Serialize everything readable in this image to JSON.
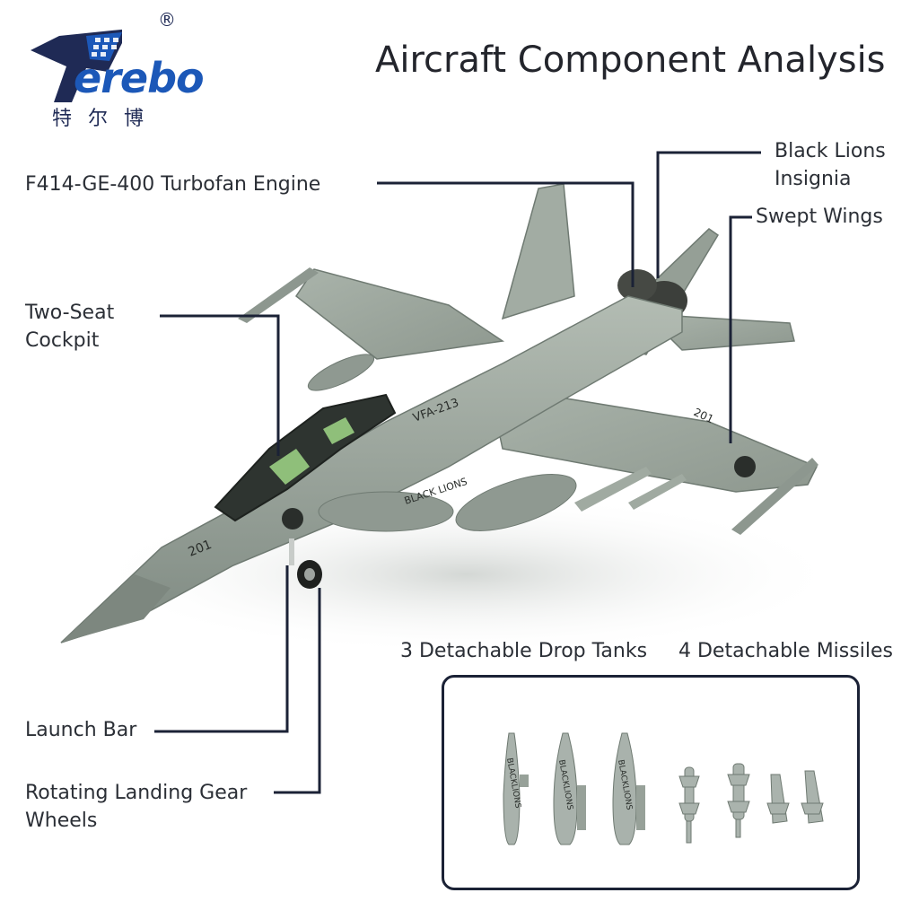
{
  "brand": {
    "name": "erebo",
    "chinese": "特尔博",
    "registered": "®"
  },
  "title": "Aircraft Component Analysis",
  "callouts": {
    "engine": "F414-GE-400 Turbofan Engine",
    "insignia_line1": "Black Lions",
    "insignia_line2": "Insignia",
    "wings": "Swept Wings",
    "cockpit_line1": "Two-Seat",
    "cockpit_line2": "Cockpit",
    "launch_bar": "Launch Bar",
    "gear_line1": "Rotating Landing Gear",
    "gear_line2": "Wheels"
  },
  "accessories": {
    "drop_tanks": "3 Detachable Drop Tanks",
    "missiles": "4 Detachable Missiles",
    "tank_text": "BLACKLIONS"
  },
  "aircraft_markings": {
    "squadron": "VFA-213",
    "nose_number": "201",
    "wing_number": "201",
    "fuselage_text": "BLACK LIONS"
  },
  "colors": {
    "accent": "#1b2236",
    "brand_blue": "#1c58b8",
    "aircraft_gray": "#9aa49c"
  }
}
